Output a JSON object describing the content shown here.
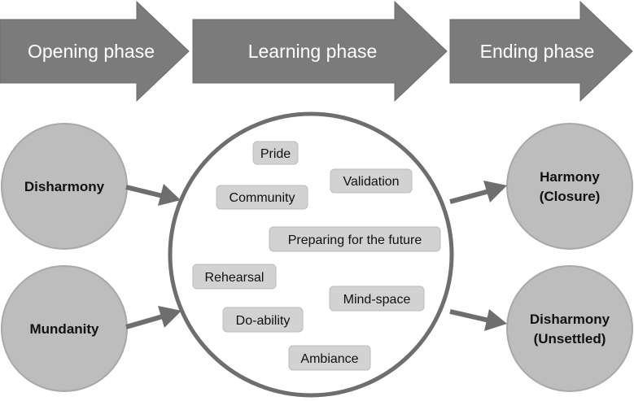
{
  "phases": {
    "opening": "Opening phase",
    "learning": "Learning phase",
    "ending": "Ending phase"
  },
  "inputs": {
    "disharmony": "Disharmony",
    "mundanity": "Mundanity"
  },
  "outcomes": {
    "harmony": {
      "line1": "Harmony",
      "line2": "(Closure)"
    },
    "disharmony": {
      "line1": "Disharmony",
      "line2": "(Unsettled)"
    }
  },
  "themes": {
    "pride": "Pride",
    "validation": "Validation",
    "community": "Community",
    "preparing": "Preparing for the future",
    "rehearsal": "Rehearsal",
    "mind_space": "Mind-space",
    "do_ability": "Do-ability",
    "ambiance": "Ambiance"
  },
  "colors": {
    "arrow_fill": "#7b7b7b",
    "arrow_stroke": "#6a6a6a",
    "node_fill": "#bdbdbd",
    "node_stroke": "#a8a8a8",
    "ring_stroke": "#6e6e6e",
    "chip_fill": "#d2d2d2",
    "chip_stroke": "#bcbcbc"
  }
}
